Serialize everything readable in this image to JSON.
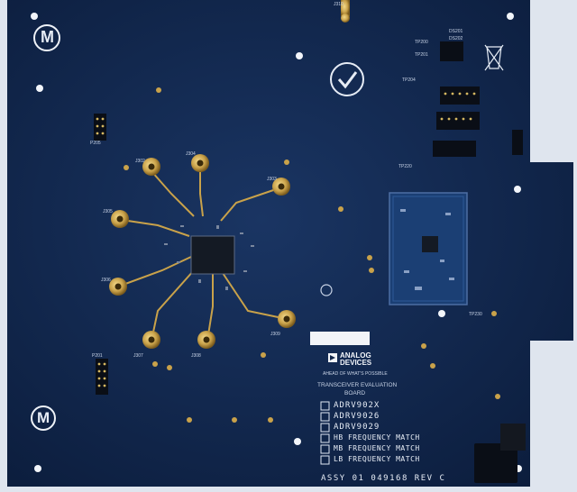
{
  "board": {
    "title_lines": [
      "TRANSCEIVER EVALUATION",
      "BOARD"
    ],
    "brand_logo_text": [
      "ANALOG",
      "DEVICES"
    ],
    "brand_tagline": "AHEAD OF WHAT'S POSSIBLE",
    "variants": [
      "ADRV902X",
      "ADRV9026",
      "ADRV9029"
    ],
    "match_options": [
      "HB FREQUENCY MATCH",
      "MB FREQUENCY MATCH",
      "LB FREQUENCY MATCH"
    ],
    "assembly": "ASSY 01 049168 REV C",
    "header_labels": [
      "P205",
      "P201",
      "TP200",
      "TP201",
      "DS201",
      "DS202",
      "TP204",
      "J302",
      "J304",
      "J303",
      "J305",
      "J306",
      "J307",
      "J308",
      "J309",
      "J310",
      "TP220",
      "TP230"
    ],
    "marker": "M",
    "colors": {
      "pcb": "#12264a",
      "silkscreen": "#e6ecf5",
      "gold": "#c9a24a"
    }
  }
}
